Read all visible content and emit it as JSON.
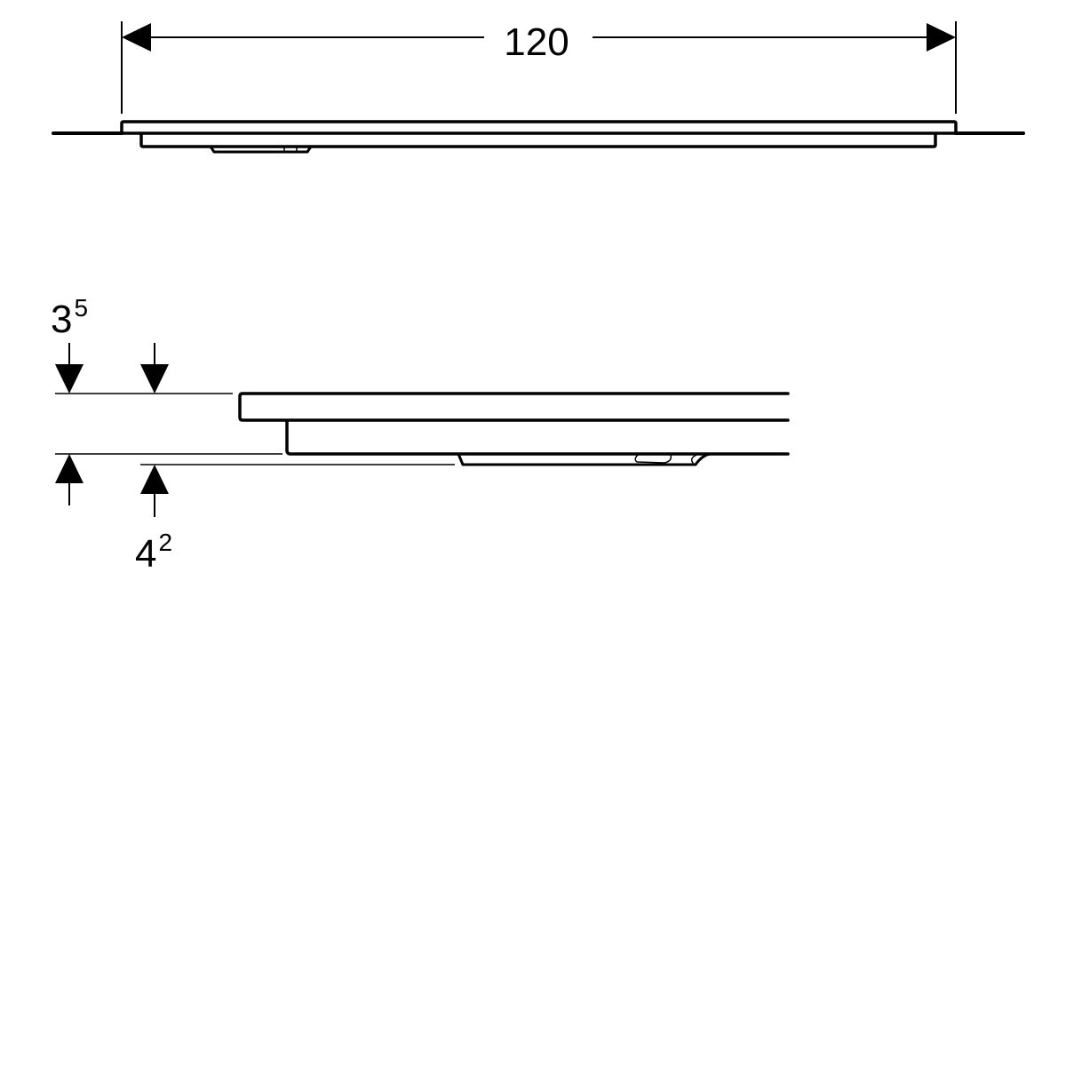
{
  "width_dimension": {
    "value": "120"
  },
  "height_dimensions": [
    {
      "base": "3",
      "superscript": "5"
    },
    {
      "base": "4",
      "superscript": "2"
    }
  ],
  "colors": {
    "stroke": "#000000",
    "background": "#ffffff"
  }
}
